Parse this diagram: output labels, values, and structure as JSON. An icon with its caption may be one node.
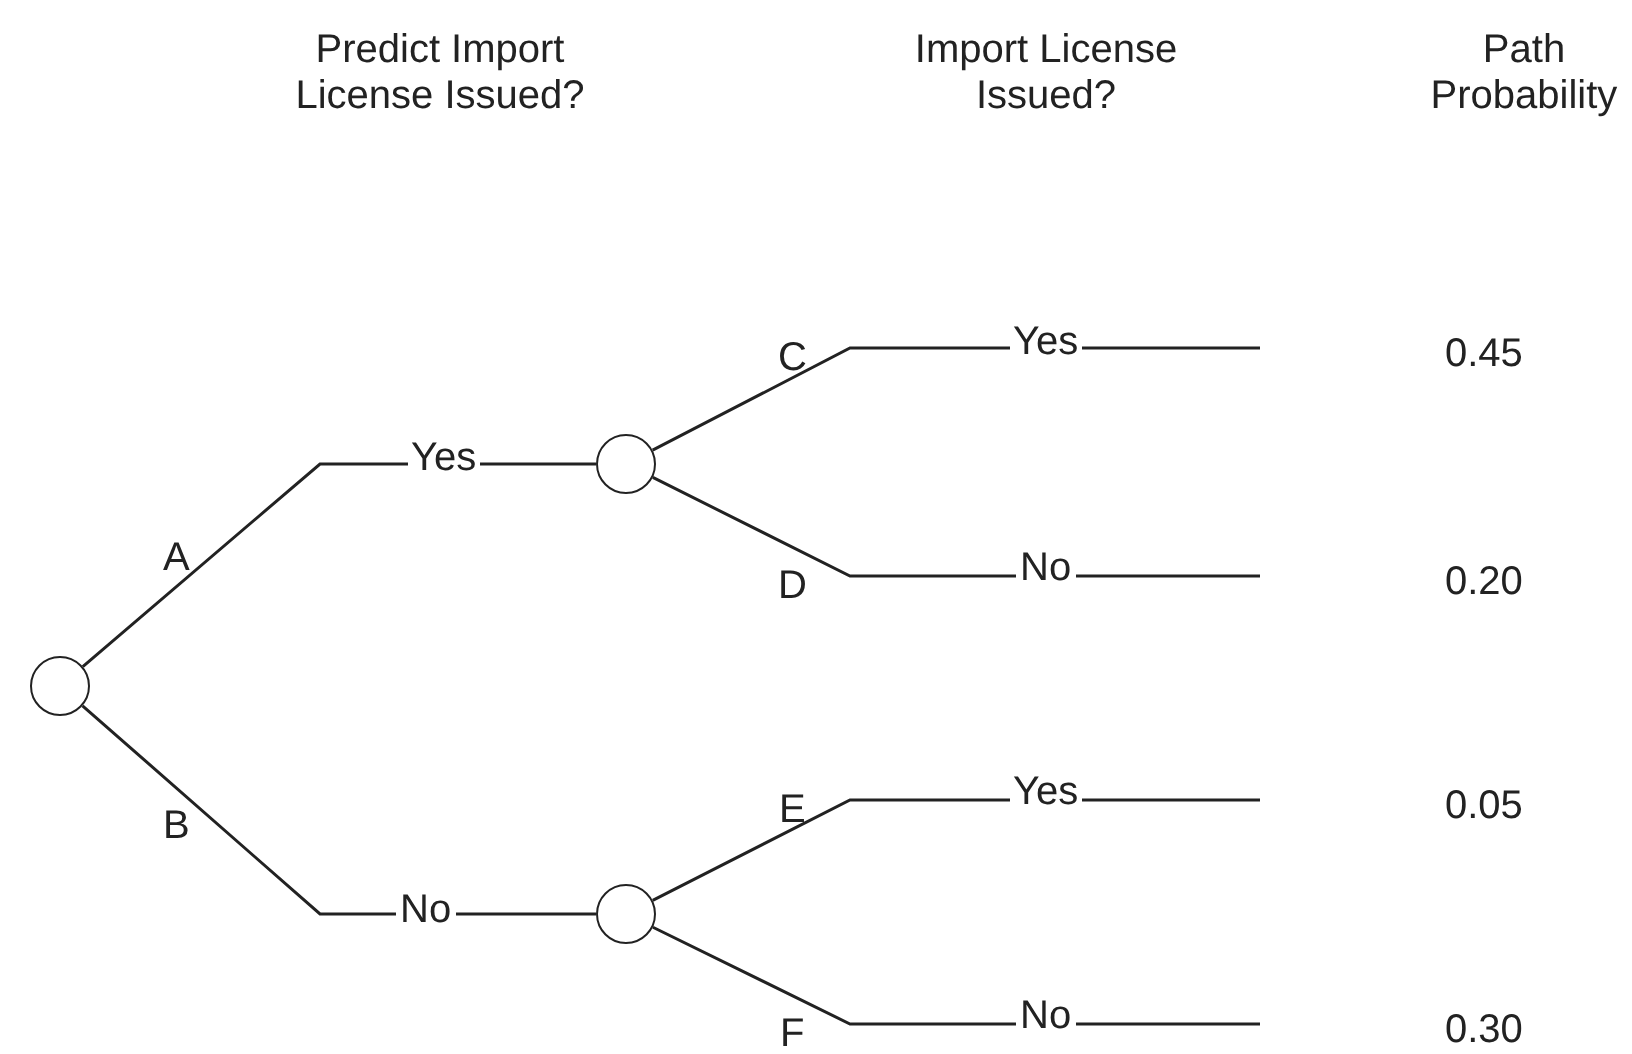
{
  "diagram": {
    "nodes": [
      {
        "text": [],
        "shape": "circle"
      },
      {
        "text": [],
        "shape": "circle"
      },
      {
        "text": [],
        "shape": "circle"
      }
    ],
    "edges": [
      {
        "from": 0,
        "to": 1,
        "arrow": "none",
        "label": "Yes"
      },
      {
        "from": 0,
        "to": 2,
        "arrow": "none",
        "label": "No"
      },
      {
        "from": 1,
        "to": null,
        "arrow": "none",
        "label": "Yes"
      },
      {
        "from": 1,
        "to": null,
        "arrow": "none",
        "label": "No"
      },
      {
        "from": 2,
        "to": null,
        "arrow": "none",
        "label": "Yes"
      },
      {
        "from": 2,
        "to": null,
        "arrow": "none",
        "label": "No"
      }
    ],
    "labels": [
      "Predict Import License Issued?",
      "Import License Issued?",
      "Path Probability",
      "C",
      "0.45",
      "A",
      "D",
      "0.20",
      "E",
      "0.05",
      "B",
      "F",
      "0.30"
    ]
  }
}
